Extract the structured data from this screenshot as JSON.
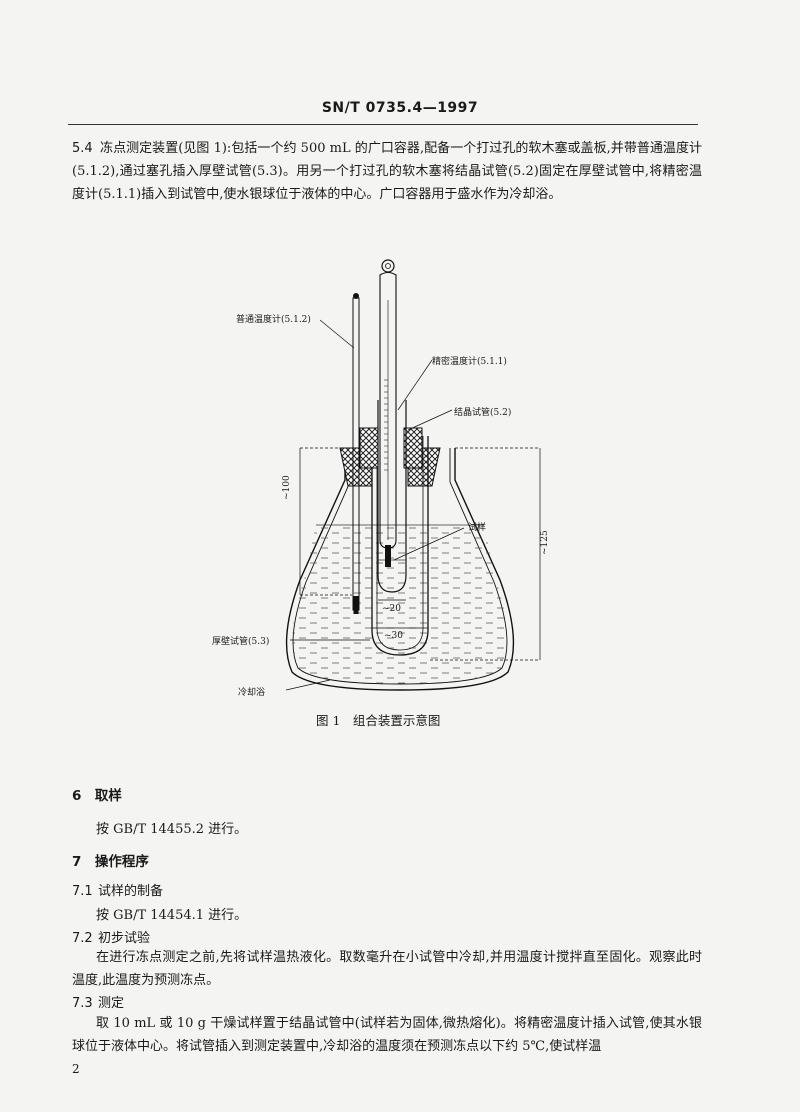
{
  "header": {
    "standard": "SN/T 0735.4—1997"
  },
  "section_5_4": {
    "number": "5.4",
    "text": "冻点测定装置(见图 1):包括一个约 500 mL 的广口容器,配备一个打过孔的软木塞或盖板,并带普通温度计(5.1.2),通过塞孔插入厚壁试管(5.3)。用另一个打过孔的软木塞将结晶试管(5.2)固定在厚壁试管中,将精密温度计(5.1.1)插入到试管中,使水银球位于液体的中心。广口容器用于盛水作为冷却浴。"
  },
  "figure": {
    "labels": {
      "ordinary_thermometer": "普通温度计(5.1.2)",
      "precision_thermometer": "精密温度计(5.1.1)",
      "crystal_tube": "结晶试管(5.2)",
      "sample": "试样",
      "thick_tube": "厚壁试管(5.3)",
      "cooling_bath": "冷却浴"
    },
    "dims": {
      "d100": "~100",
      "d125": "~125",
      "d20": "~20",
      "d30": "~30"
    },
    "caption": "图 1　组合装置示意图"
  },
  "section_6": {
    "heading": "6　取样",
    "body": "按 GB/T 14455.2 进行。"
  },
  "section_7": {
    "heading": "7　操作程序",
    "s7_1": {
      "number": "7.1",
      "title": "试样的制备",
      "body": "按 GB/T 14454.1 进行。"
    },
    "s7_2": {
      "number": "7.2",
      "title": "初步试验",
      "body": "在进行冻点测定之前,先将试样温热液化。取数毫升在小试管中冷却,并用温度计搅拌直至固化。观察此时温度,此温度为预测冻点。"
    },
    "s7_3": {
      "number": "7.3",
      "title": "测定",
      "body": "取 10 mL 或 10 g 干燥试样置于结晶试管中(试样若为固体,微热熔化)。将精密温度计插入试管,使其水银球位于液体中心。将试管插入到测定装置中,冷却浴的温度须在预测冻点以下约 5℃,使试样温"
    }
  },
  "page_number": "2"
}
